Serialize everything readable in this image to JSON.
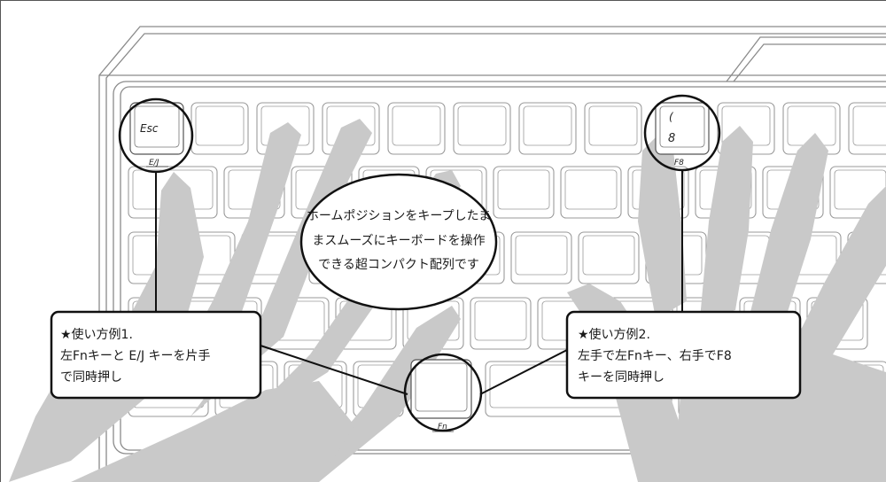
{
  "keys": {
    "esc": {
      "main": "Esc",
      "sub": "E/J"
    },
    "f8": {
      "top": "(",
      "main": "8",
      "sub": "F8"
    },
    "fn": {
      "sub": "Fn"
    }
  },
  "bubble": {
    "lines": [
      "ホームポジションをキープしたま",
      "まスムーズにキーボードを操作",
      "できる超コンパクト配列です"
    ]
  },
  "callout_left": {
    "lines": [
      "★使い方例1.",
      "左Fnキーと E/J キーを片手",
      "で同時押し"
    ]
  },
  "callout_right": {
    "lines": [
      "★使い方例2.",
      "左手で左Fnキー、右手でF8",
      "キーを同時押し"
    ]
  },
  "colors": {
    "hand": "#c9c9c9",
    "keycap_stroke": "#9a9a9a",
    "outline": "#333333"
  }
}
